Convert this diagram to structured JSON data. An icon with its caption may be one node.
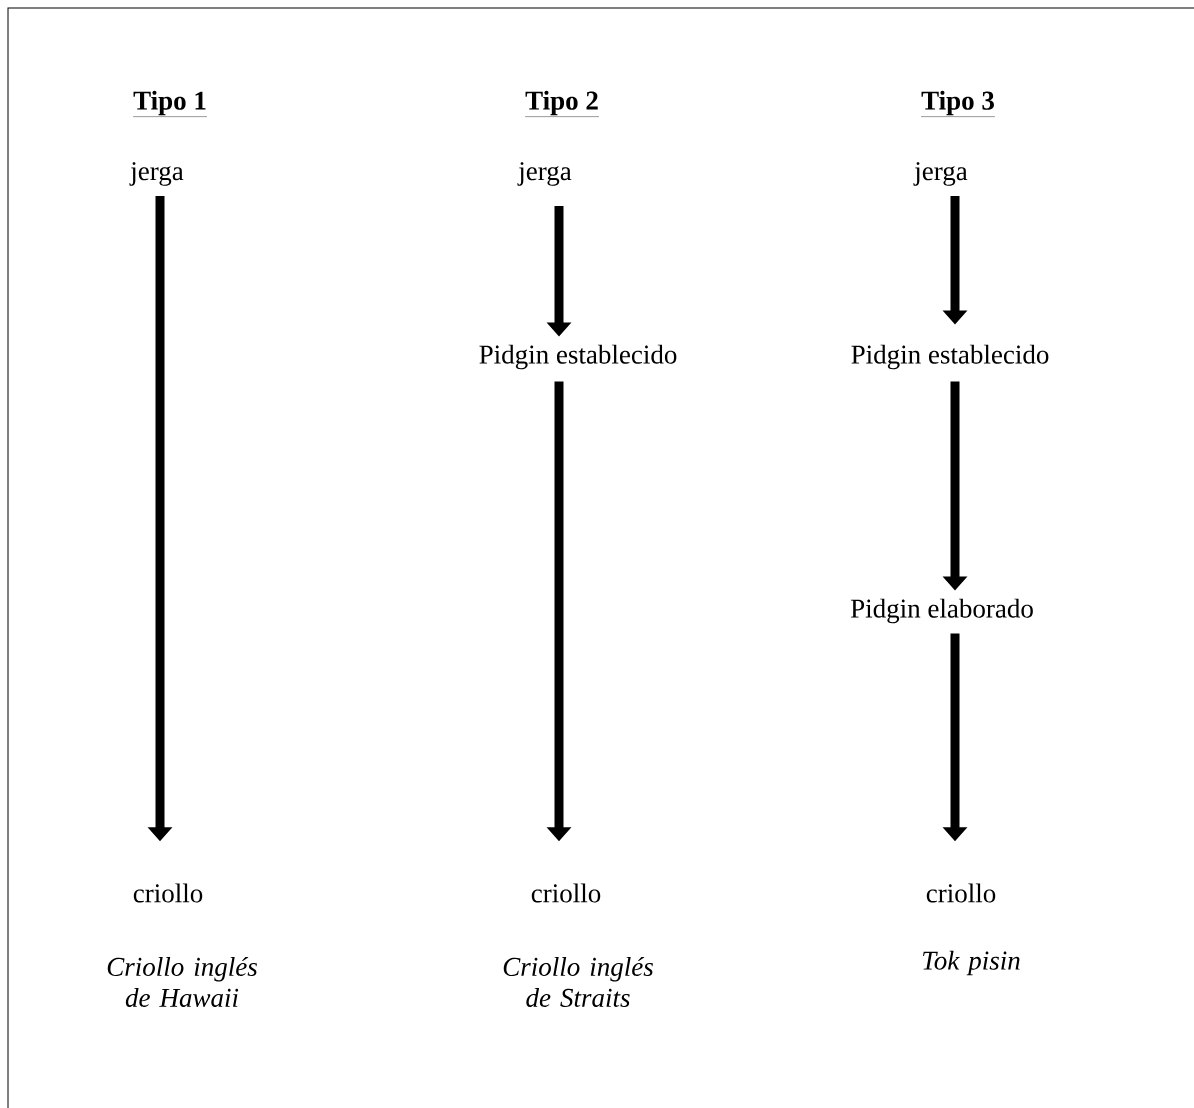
{
  "diagram": {
    "nodes": [
      {
        "text": [
          "jerga"
        ]
      },
      {
        "text": [
          "criollo"
        ]
      },
      {
        "text": [
          "jerga"
        ]
      },
      {
        "text": [
          "Pidgin establecido"
        ]
      },
      {
        "text": [
          "criollo"
        ]
      },
      {
        "text": [
          "jerga"
        ]
      },
      {
        "text": [
          "Pidgin establecido"
        ]
      },
      {
        "text": [
          "Pidgin elaborado"
        ]
      },
      {
        "text": [
          "criollo"
        ]
      }
    ],
    "edges": [
      {
        "from": 0,
        "to": 1,
        "arrow": "to"
      },
      {
        "from": 2,
        "to": 3,
        "arrow": "to"
      },
      {
        "from": 3,
        "to": 4,
        "arrow": "to"
      },
      {
        "from": 5,
        "to": 6,
        "arrow": "to"
      },
      {
        "from": 6,
        "to": 7,
        "arrow": "to"
      },
      {
        "from": 7,
        "to": 8,
        "arrow": "to"
      }
    ],
    "labels": [
      "Tipo 1",
      "Tipo 2",
      "Tipo 3",
      "Criollo inglés de Hawaii",
      "Criollo inglés de Straits",
      "Tok pisin"
    ]
  }
}
